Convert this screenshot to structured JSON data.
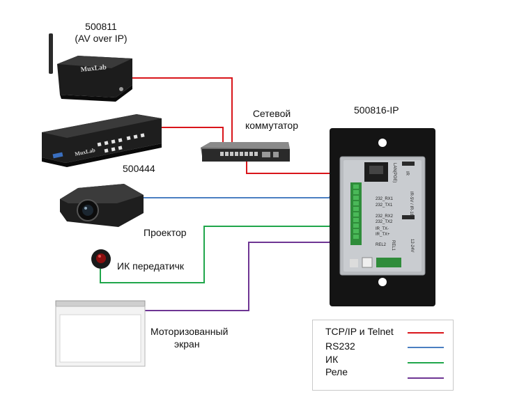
{
  "labels": {
    "device_500811": "500811",
    "device_500811_sub": "(AV over IP)",
    "device_500444": "500444",
    "switch_line1": "Сетевой",
    "switch_line2": "коммутатор",
    "plate_title": "500816-IP",
    "projector": "Проектор",
    "ir_emitter": "ИК передатичк",
    "screen_line1": "Моторизованный",
    "screen_line2": "экран"
  },
  "plate_text": {
    "lan_port": "LAN(POE)",
    "ir": "IR",
    "rx1": "232_RX1",
    "tx1": "232_TX1",
    "rx2": "232_RX2",
    "tx2": "232_TX2",
    "ir_tx_minus": "IR_TX-",
    "ir_tx_plus": "IR_TX+",
    "rel2": "REL2",
    "rel1": "REL1",
    "power": "12-24V",
    "ir_voltage": "IR-5V / IR-18V"
  },
  "logos": {
    "muxlab": "MuxLab"
  },
  "legend": {
    "items": [
      {
        "label": "TCP/IP и Telnet",
        "color": "#d9141a"
      },
      {
        "label": "RS232",
        "color": "#4a7fc1"
      },
      {
        "label": "ИК",
        "color": "#1fa64a"
      },
      {
        "label": "Реле",
        "color": "#6e3593"
      }
    ]
  }
}
